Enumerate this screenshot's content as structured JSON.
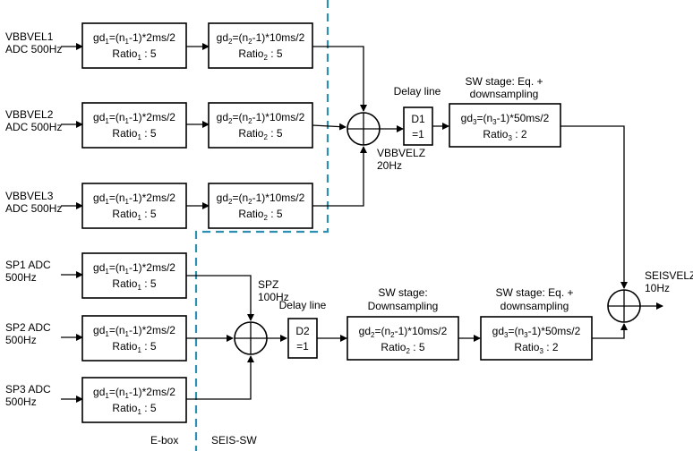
{
  "inputs": [
    {
      "line1": "VBBVEL1",
      "line2": "ADC 500Hz"
    },
    {
      "line1": "VBBVEL2",
      "line2": "ADC 500Hz"
    },
    {
      "line1": "VBBVEL3",
      "line2": "ADC 500Hz"
    },
    {
      "line1": "SP1 ADC",
      "line2": "500Hz"
    },
    {
      "line1": "SP2 ADC",
      "line2": "500Hz"
    },
    {
      "line1": "SP3 ADC",
      "line2": "500Hz"
    }
  ],
  "stage1_block": {
    "gd": "gd",
    "sub": "1",
    "eq": "=(n",
    "sub2": "1",
    "rest": "-1)*2ms/2",
    "ratio": "Ratio",
    "rsub": "1",
    "rval": " : 5"
  },
  "stage2_vbb_block": {
    "gd": "gd",
    "sub": "2",
    "eq": "=(n",
    "sub2": "2",
    "rest": "-1)*10ms/2",
    "ratio": "Ratio",
    "rsub": "2",
    "rval": " : 5"
  },
  "sw_sp_block": {
    "gd": "gd",
    "sub": "2",
    "eq": "=(n",
    "sub2": "2",
    "rest": "-1)*10ms/2",
    "ratio": "Ratio",
    "rsub": "2",
    "rval": " : 5"
  },
  "sw_vbb_block": {
    "gd": "gd",
    "sub": "3",
    "eq": "=(n",
    "sub2": "3",
    "rest": "-1)*50ms/2",
    "ratio": "Ratio",
    "rsub": "3",
    "rval": " : 2"
  },
  "sw_sp2_block": {
    "gd": "gd",
    "sub": "3",
    "eq": "=(n",
    "sub2": "3",
    "rest": "-1)*50ms/2",
    "ratio": "Ratio",
    "rsub": "3",
    "rval": " : 2"
  },
  "delay1": {
    "label": "Delay line",
    "line1": "D1",
    "line2": "=1"
  },
  "delay2": {
    "label": "Delay line",
    "line1": "D2",
    "line2": "=1"
  },
  "sw_eq_label_top": {
    "line1": "SW stage: Eq. +",
    "line2": "downsampling"
  },
  "sw_down_label": {
    "line1": "SW stage:",
    "line2": "Downsampling"
  },
  "sw_eq_label_bottom": {
    "line1": "SW stage: Eq. +",
    "line2": "downsampling"
  },
  "vbbvelz": {
    "line1": "VBBVELZ",
    "line2": "20Hz"
  },
  "spz": {
    "line1": "SPZ",
    "line2": "100Hz"
  },
  "seisvelz": {
    "line1": "SEISVELZ",
    "line2": "10Hz"
  },
  "region_labels": {
    "ebox": "E-box",
    "seissw": "SEIS-SW"
  },
  "colors": {
    "boundary": "#2e8fb0",
    "lines": "#000000"
  }
}
